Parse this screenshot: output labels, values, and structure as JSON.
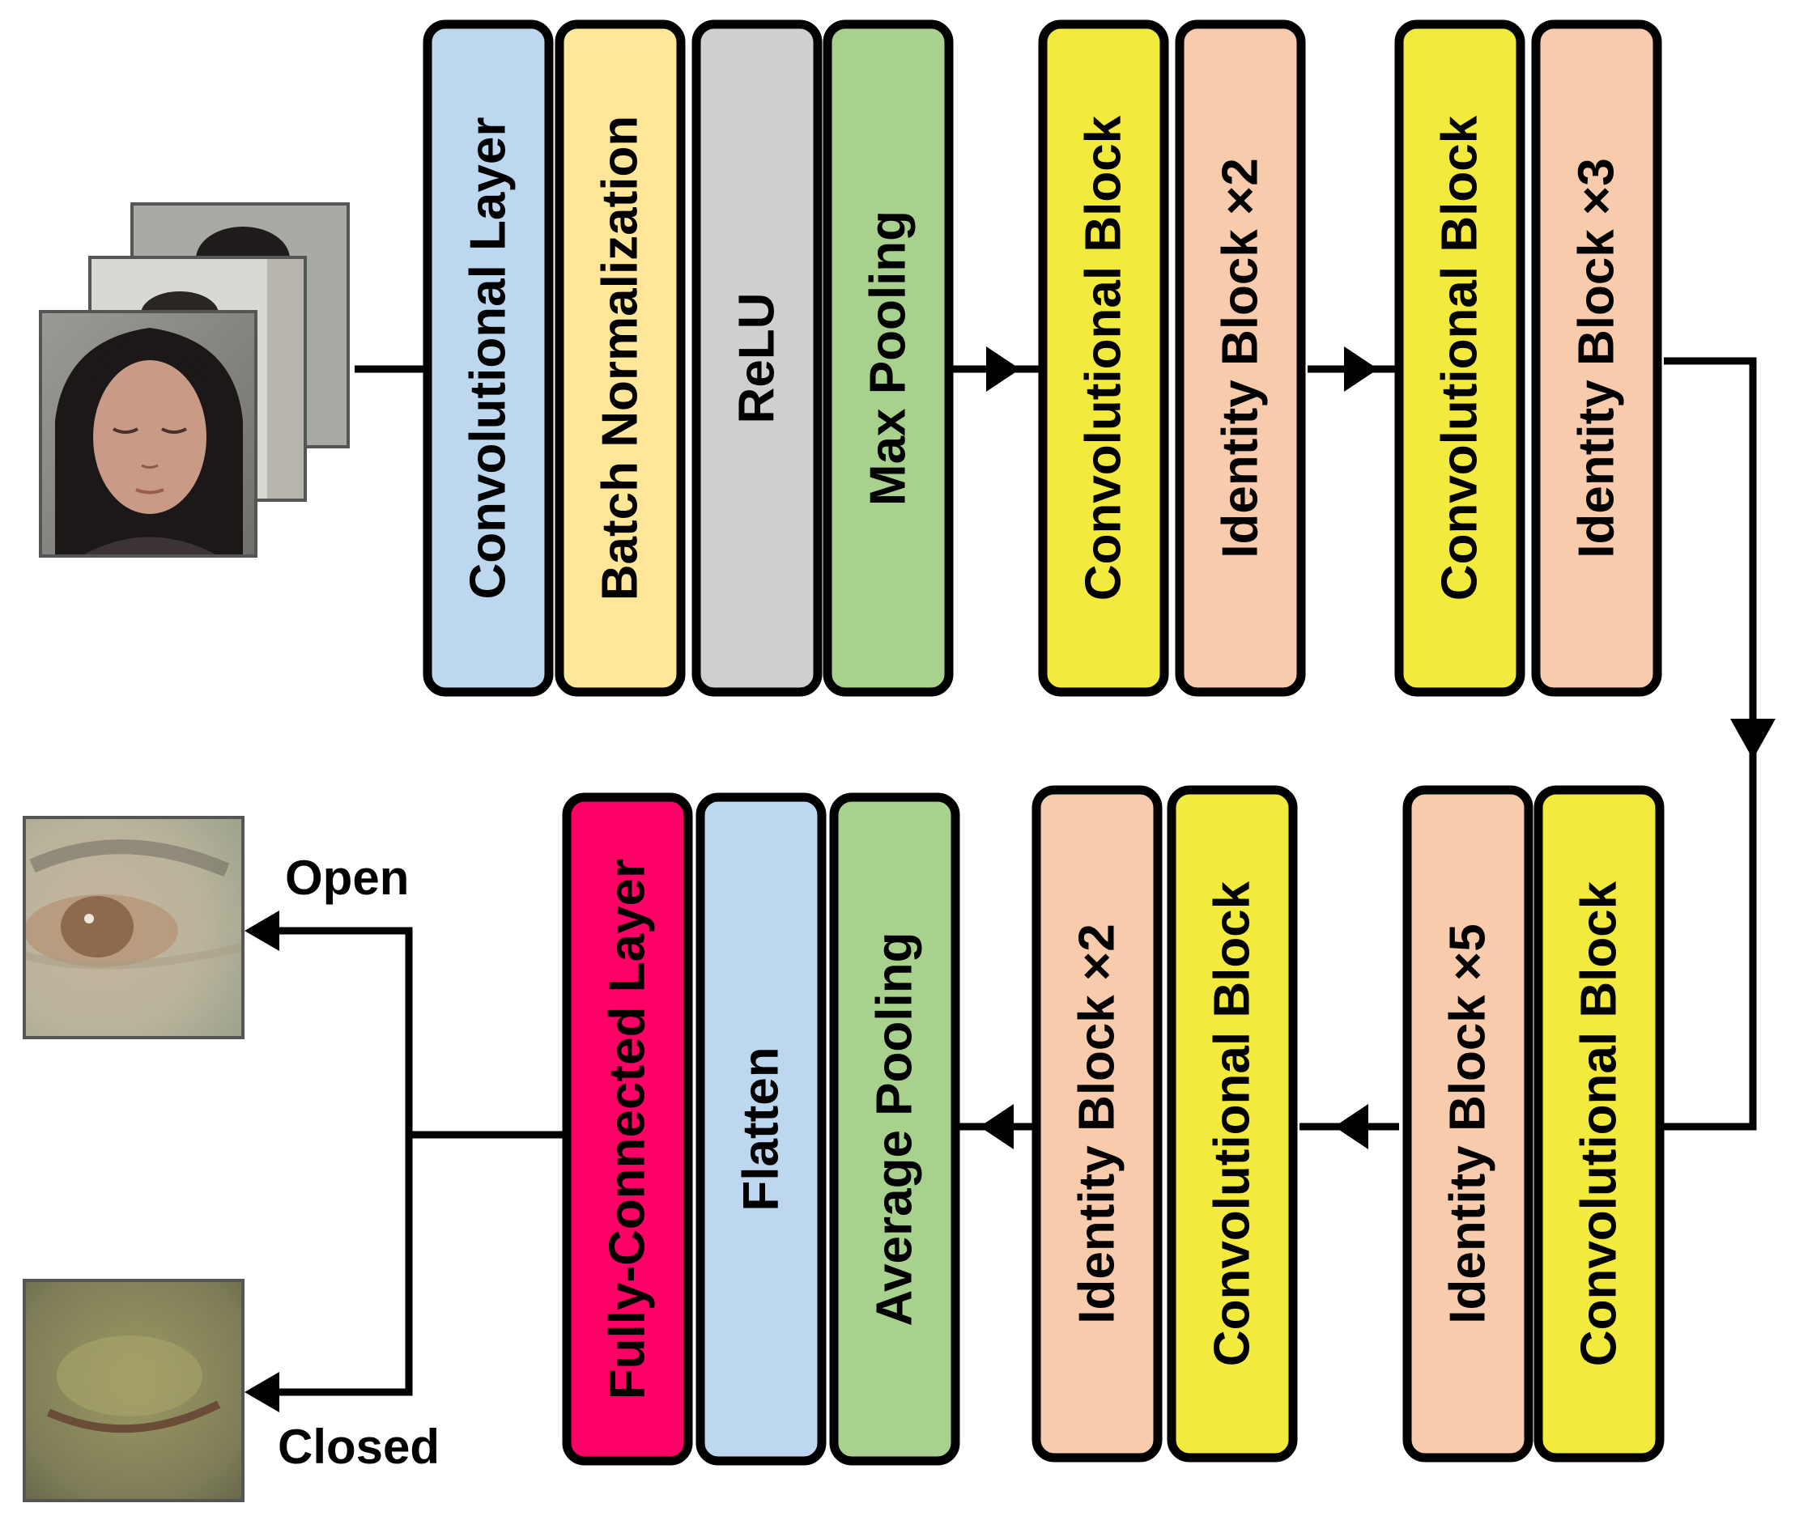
{
  "colors": {
    "conv_layer": "#bdd7ee",
    "batch_norm": "#ffe699",
    "relu": "#d0cece",
    "pooling": "#a9d18e",
    "conv_block": "#f2ea3c",
    "identity_block": "#f8cbad",
    "fully_connected": "#ff0066",
    "flatten": "#bdd7ee",
    "outline": "#000000"
  },
  "input": {
    "images": [
      "face-frame",
      "face-frame",
      "face-frame"
    ]
  },
  "stages": {
    "stem": [
      {
        "label": "Convolutional Layer",
        "color": "#bdd7ee"
      },
      {
        "label": "Batch Normalization",
        "color": "#ffe699"
      },
      {
        "label": "ReLU",
        "color": "#d0cece"
      },
      {
        "label": "Max Pooling",
        "color": "#a9d18e"
      }
    ],
    "stage2": [
      {
        "label": "Convolutional Block",
        "color": "#f2ea3c"
      },
      {
        "label": "Identity Block ×2",
        "color": "#f8cbad"
      }
    ],
    "stage3": [
      {
        "label": "Convolutional Block",
        "color": "#f2ea3c"
      },
      {
        "label": "Identity Block ×3",
        "color": "#f8cbad"
      }
    ],
    "stage4": [
      {
        "label": "Identity Block ×5",
        "color": "#f8cbad"
      },
      {
        "label": "Convolutional Block",
        "color": "#f2ea3c"
      }
    ],
    "stage5": [
      {
        "label": "Identity Block ×2",
        "color": "#f8cbad"
      },
      {
        "label": "Convolutional Block",
        "color": "#f2ea3c"
      }
    ],
    "head": [
      {
        "label": "Fully-Connected Layer",
        "color": "#ff0066"
      },
      {
        "label": "Flatten",
        "color": "#bdd7ee"
      },
      {
        "label": "Average Pooling",
        "color": "#a9d18e"
      }
    ]
  },
  "outputs": {
    "open_label": "Open",
    "closed_label": "Closed"
  }
}
